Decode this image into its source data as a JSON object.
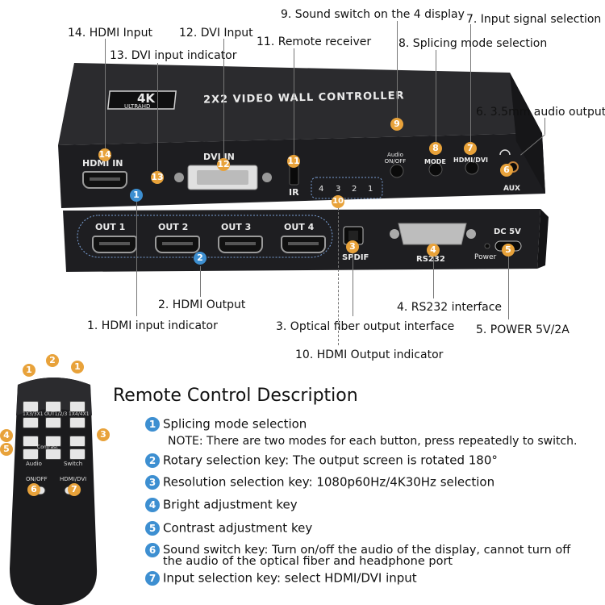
{
  "device": {
    "badge_4k": "4K",
    "badge_ultrahd": "ULTRAHD",
    "title": "2X2 VIDEO WALL CONTROLLER",
    "labels": {
      "hdmi_in": "HDMI IN",
      "dvi_in": "DVI IN",
      "ir": "IR",
      "audio_onoff": "Audio ON/OFF",
      "mode": "MODE",
      "hdmi_dvi": "HDMI/DVI",
      "aux": "AUX",
      "out1": "OUT 1",
      "out2": "OUT 2",
      "out3": "OUT 3",
      "out4": "OUT 4",
      "spdif": "SPDIF",
      "rs232": "RS232",
      "power": "Power",
      "dc5v": "DC 5V",
      "led4": "4",
      "led3": "3",
      "led2": "2",
      "led1": "1"
    }
  },
  "callouts": {
    "c1": "1. HDMI input indicator",
    "c2": "2. HDMI Output",
    "c3": "3. Optical fiber output interface",
    "c4": "4. RS232 interface",
    "c5": "5. POWER 5V/2A",
    "c6": "6. 3.5mm audio output",
    "c7": "7. Input signal selection",
    "c8": "8. Splicing mode selection",
    "c9": "9. Sound switch on the 4 display",
    "c10": "10. HDMI Output indicator",
    "c11": "11. Remote receiver",
    "c12": "12. DVI Input",
    "c13": "13. DVI input indicator",
    "c14": "14. HDMI Input"
  },
  "badges": [
    "1",
    "2",
    "3",
    "4",
    "5",
    "6",
    "7",
    "8",
    "9",
    "10",
    "11",
    "12",
    "13",
    "14"
  ],
  "remote": {
    "title": "Remote Control Description",
    "button_labels": {
      "audio": "Audio",
      "onoff": "ON/OFF",
      "switch": "Switch",
      "hdmi_dvi": "HDMI/DVI",
      "contrast": "Contrast",
      "r1": "1X3/3X1",
      "r2": "OUT1/2/3",
      "r3": "1X4/4X1"
    },
    "items": [
      {
        "num": "1",
        "text": "Splicing mode selection"
      },
      {
        "num": "2",
        "text": "Rotary selection key: The output screen is rotated 180°"
      },
      {
        "num": "3",
        "text": "Resolution selection key: 1080p60Hz/4K30Hz selection"
      },
      {
        "num": "4",
        "text": "Bright adjustment key"
      },
      {
        "num": "5",
        "text": "Contrast adjustment key"
      },
      {
        "num": "6",
        "text": "Sound switch key: Turn on/off the audio of the display, cannot turn off"
      },
      {
        "num": "7",
        "text": "Input selection key: select HDMI/DVI input"
      }
    ],
    "item6_cont": "the audio of the optical fiber and headphone port",
    "note": "NOTE: There are two modes for each button, press repeatedly to switch."
  },
  "colors": {
    "device_body": "#1c1c1e",
    "device_top": "#2a2a2d",
    "orange_badge": "#e8a23a",
    "blue_badge": "#3d8fd1"
  }
}
